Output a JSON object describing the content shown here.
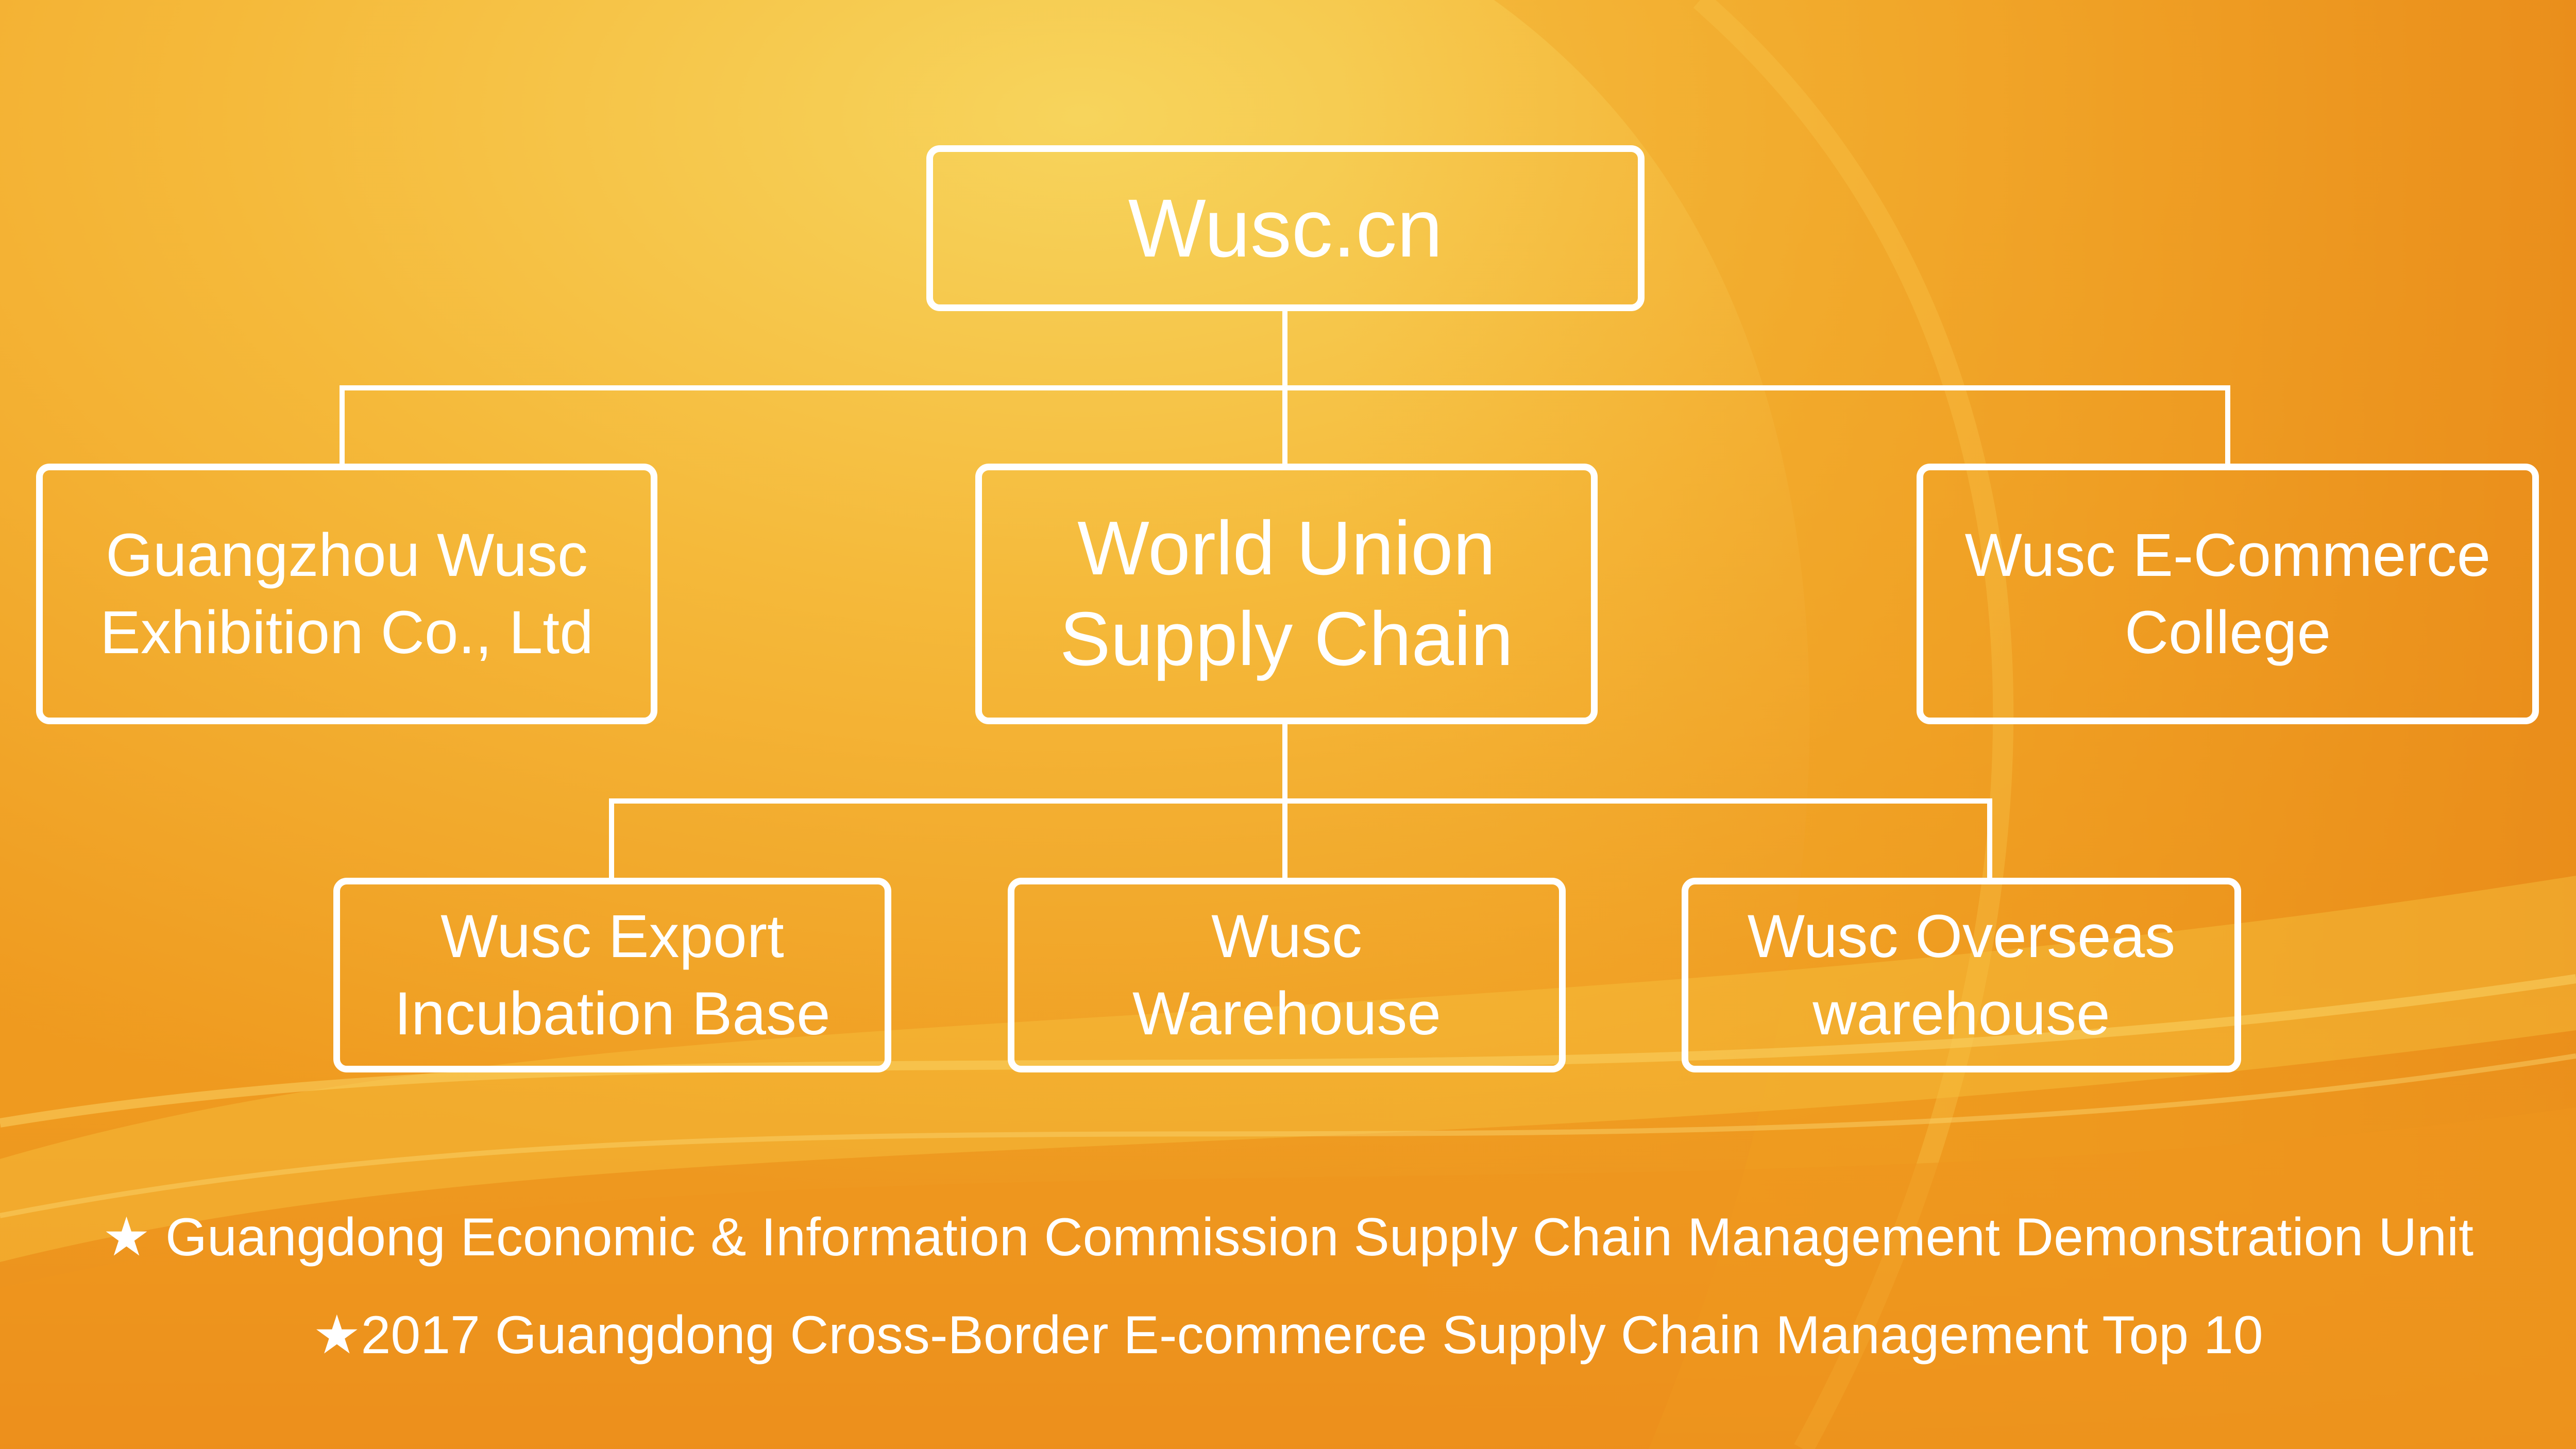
{
  "root": {
    "label": "Wusc.cn"
  },
  "level1": [
    {
      "lines": [
        "Guangzhou Wusc",
        "Exhibition Co., Ltd"
      ]
    },
    {
      "lines": [
        "World Union",
        "Supply Chain"
      ]
    },
    {
      "lines": [
        "Wusc E-Commerce",
        "College"
      ]
    }
  ],
  "level2": [
    {
      "lines": [
        "Wusc Export",
        "Incubation Base"
      ]
    },
    {
      "lines": [
        "Wusc",
        "Warehouse"
      ]
    },
    {
      "lines": [
        "Wusc Overseas",
        "warehouse"
      ]
    }
  ],
  "footer": {
    "line1": "★ Guangdong Economic & Information Commission Supply Chain Management Demonstration Unit",
    "line2": "★2017 Guangdong Cross-Border E-commerce Supply Chain Management Top 10"
  },
  "colors": {
    "background_light": "#f6cf55",
    "background_mid": "#f3a525",
    "background_dark": "#e8861a",
    "box_border": "#ffffff",
    "text": "#ffffff"
  }
}
